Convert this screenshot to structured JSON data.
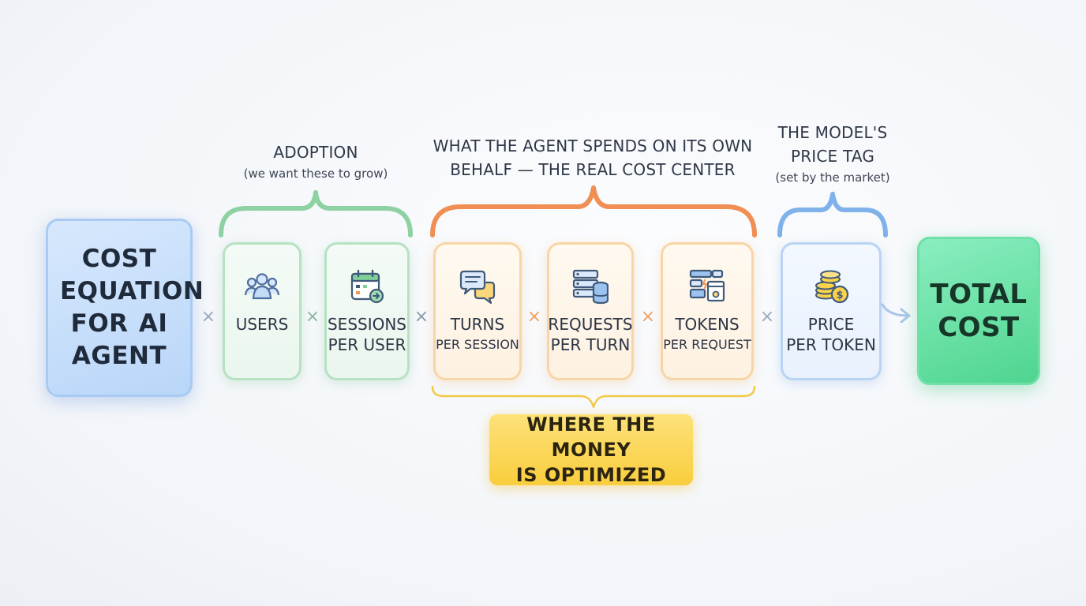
{
  "left_box": {
    "title": "COST EQUATION FOR AI AGENT"
  },
  "groups": {
    "adoption": {
      "title": "ADOPTION",
      "subtitle": "(we want these to grow)"
    },
    "agent": {
      "title_line1": "WHAT THE AGENT SPENDS ON ITS OWN",
      "title_line2": "BEHALF — THE REAL COST CENTER"
    },
    "model": {
      "title_line1": "THE MODEL'S",
      "title_line2": "PRICE TAG",
      "subtitle": "(set by the market)"
    }
  },
  "factors": [
    {
      "line1": "USERS",
      "line2": "",
      "icon": "users-icon"
    },
    {
      "line1": "SESSIONS",
      "line2": "PER USER",
      "icon": "calendar-icon"
    },
    {
      "line1": "TURNS",
      "line2": "PER SESSION",
      "icon": "chat-bubbles-icon"
    },
    {
      "line1": "REQUESTS",
      "line2": "PER TURN",
      "icon": "server-database-icon"
    },
    {
      "line1": "TOKENS",
      "line2": "PER REQUEST",
      "icon": "blocks-icon"
    },
    {
      "line1": "PRICE",
      "line2": "PER TOKEN",
      "icon": "coins-icon"
    }
  ],
  "operator": "×",
  "optimize_label": {
    "line1": "WHERE THE MONEY",
    "line2": "IS OPTIMIZED"
  },
  "result_box": {
    "title_line1": "TOTAL",
    "title_line2": "COST"
  },
  "colors": {
    "green": "#7fcf97",
    "orange": "#f29a55",
    "blue": "#7fb1ea",
    "yellow": "#fbd24a",
    "result": "#5fdc9c"
  }
}
